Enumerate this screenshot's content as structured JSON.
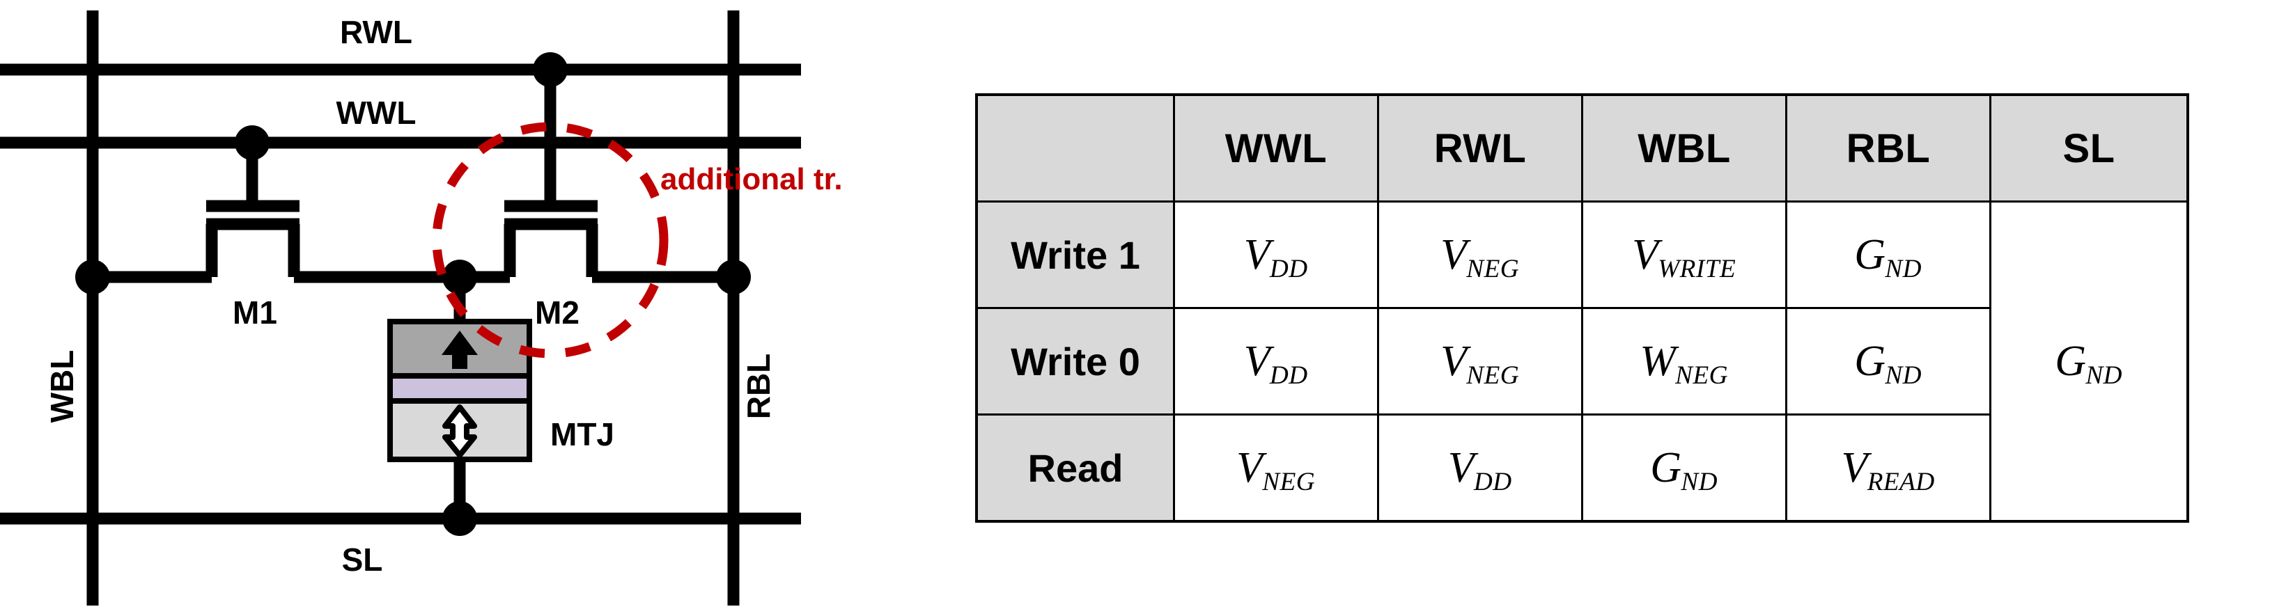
{
  "figure": {
    "schematic": {
      "name": "2T-1MTJ MRAM bitcell schematic",
      "wire_labels": {
        "rwl": "RWL",
        "wwl": "WWL",
        "wbl": "WBL",
        "rbl": "RBL",
        "sl": "SL"
      },
      "devices": {
        "m1": "M1",
        "m2": "M2",
        "mtj": "MTJ"
      },
      "annotation": {
        "text": "additional tr.",
        "color": "#c00000",
        "style": "red dashed circle highlight around M2"
      },
      "mtj_layers": [
        {
          "name": "fixed-layer",
          "fill": "#a6a6a6",
          "arrow": "up-solid"
        },
        {
          "name": "tunnel-barrier",
          "fill": "#cdc2dd",
          "arrow": "none"
        },
        {
          "name": "free-layer",
          "fill": "#d9d9d9",
          "arrow": "up-down-outline"
        }
      ]
    },
    "table": {
      "name": "bias condition table",
      "corner_label": "",
      "columns": [
        "WWL",
        "RWL",
        "WBL",
        "RBL",
        "SL"
      ],
      "rows": [
        {
          "label": "Write 1",
          "cells": [
            {
              "base": "V",
              "sub": "DD"
            },
            {
              "base": "V",
              "sub": "NEG"
            },
            {
              "base": "V",
              "sub": "WRITE"
            },
            {
              "base": "G",
              "sub": "ND"
            }
          ]
        },
        {
          "label": "Write 0",
          "cells": [
            {
              "base": "V",
              "sub": "DD"
            },
            {
              "base": "V",
              "sub": "NEG"
            },
            {
              "base": "W",
              "sub": "NEG"
            },
            {
              "base": "G",
              "sub": "ND"
            }
          ]
        },
        {
          "label": "Read",
          "cells": [
            {
              "base": "V",
              "sub": "NEG"
            },
            {
              "base": "V",
              "sub": "DD"
            },
            {
              "base": "G",
              "sub": "ND"
            },
            {
              "base": "V",
              "sub": "READ"
            }
          ]
        }
      ],
      "sl_merged_cell": {
        "base": "G",
        "sub": "ND",
        "rowspan": 3
      },
      "colors": {
        "header_fill": "#d9d9d9",
        "cell_fill": "#ffffff",
        "border": "#000000"
      }
    }
  }
}
